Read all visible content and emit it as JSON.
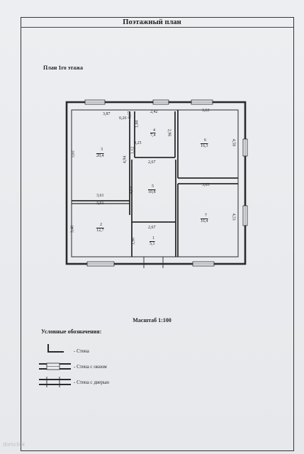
{
  "document": {
    "title": "Поэтажный план",
    "subtitle": "План 1го  этажа",
    "scale": "Масштаб 1:100",
    "legend": {
      "heading": "Условные обозначения:",
      "items": [
        {
          "label": "- Стена"
        },
        {
          "label": "- Стена с окном"
        },
        {
          "label": "- Стена с дверью"
        }
      ]
    },
    "watermark": "domclick"
  },
  "rooms": [
    {
      "number": "3",
      "area": "20,4"
    },
    {
      "number": "4",
      "area": "7,4"
    },
    {
      "number": "6",
      "area": "16,3"
    },
    {
      "number": "5",
      "area": "10,8"
    },
    {
      "number": "2",
      "area": "12,7"
    },
    {
      "number": "7",
      "area": "16,4"
    },
    {
      "number": "1",
      "area": "5,1"
    }
  ],
  "dimensions": {
    "r3_top": "3,87",
    "r3_side": "5,61",
    "r3_bottom": "3,61",
    "r3_right": "4,94",
    "d026": "0,26",
    "d067": "0,67",
    "d144": "1,44",
    "d025": "0,25",
    "d112": "1,12",
    "r4_top": "2,42",
    "r4_right": "2,96",
    "r6_top": "3,63",
    "r6_right": "4,50",
    "r5_top": "2,67",
    "r5_left": "4,03",
    "r2_top": "3,61",
    "r2_side": "3,40",
    "r7_top": "3,63",
    "r7_right": "4,51",
    "r1_top": "2,67",
    "r1_left": "1,90"
  }
}
